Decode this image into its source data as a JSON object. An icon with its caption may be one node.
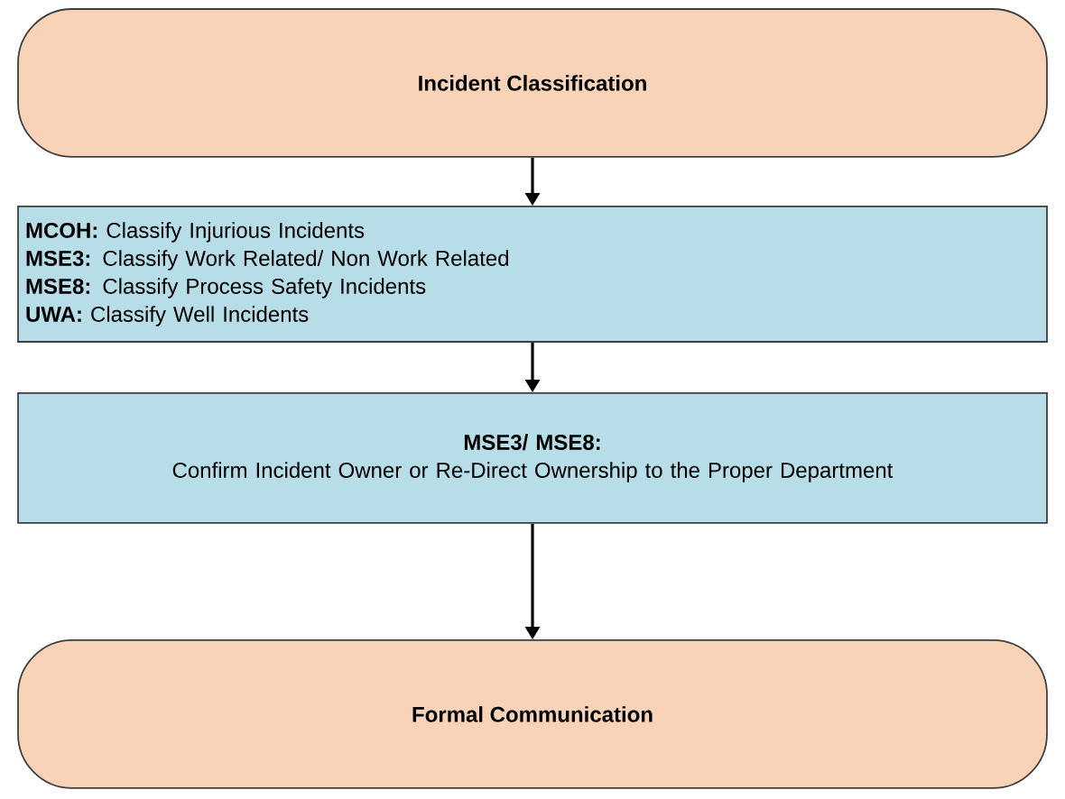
{
  "diagram": {
    "nodes": [
      {
        "text": [
          "Incident Classification"
        ]
      },
      {
        "text": [
          "**MCOH:** Classify Injurious Incidents",
          "**MSE3:** Classify Work Related/ Non Work Related",
          "**MSE8:** Classify Process Safety Incidents",
          "**UWA:** Classify Well Incidents"
        ]
      },
      {
        "text": [
          "MSE3/ MSE8:",
          "Confirm Incident Owner or Re-Direct Ownership to the Proper Department"
        ]
      },
      {
        "text": [
          "Formal Communication"
        ]
      }
    ],
    "edges": [
      {
        "from": 0,
        "to": 1,
        "arrow": "to"
      },
      {
        "from": 1,
        "to": 2,
        "arrow": "to"
      },
      {
        "from": 2,
        "to": 3,
        "arrow": "to"
      }
    ]
  }
}
